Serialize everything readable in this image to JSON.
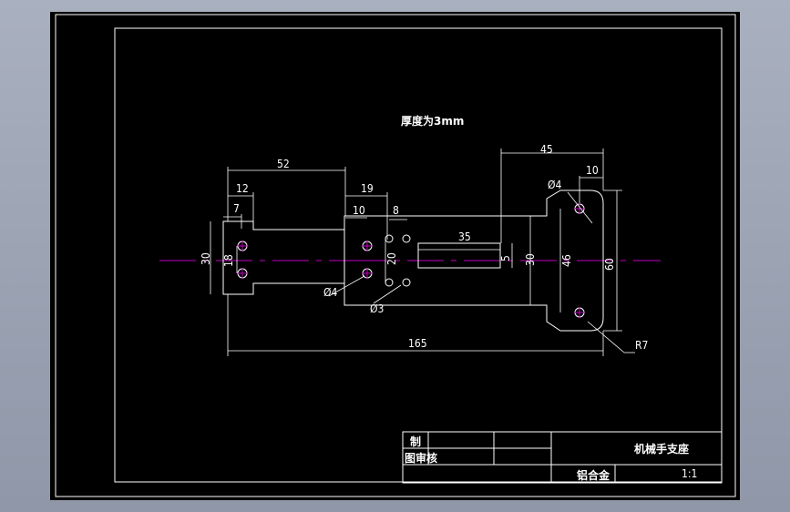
{
  "drawing": {
    "note": "厚度为3mm",
    "dims": {
      "d52": "52",
      "d12": "12",
      "d7": "7",
      "d18": "18",
      "d30_left": "30",
      "d19": "19",
      "d10_mid": "10",
      "d8": "8",
      "d35": "35",
      "d5": "5",
      "d20": "20",
      "d30_mid": "30",
      "d45": "45",
      "d10_right": "10",
      "d46": "46",
      "d60": "60",
      "d165": "165",
      "r7": "R7",
      "phi4_top": "Ø4",
      "phi4_left": "Ø4",
      "phi3": "Ø3"
    },
    "colors": {
      "background": "#000000",
      "lines": "#ffffff",
      "centerline": "#c000c0",
      "desktop": "#9aa1b1"
    }
  },
  "title_block": {
    "row1_col1": "制",
    "row2_col1": "图审核",
    "part_name": "机械手支座",
    "material": "铝合金",
    "scale": "1:1"
  }
}
